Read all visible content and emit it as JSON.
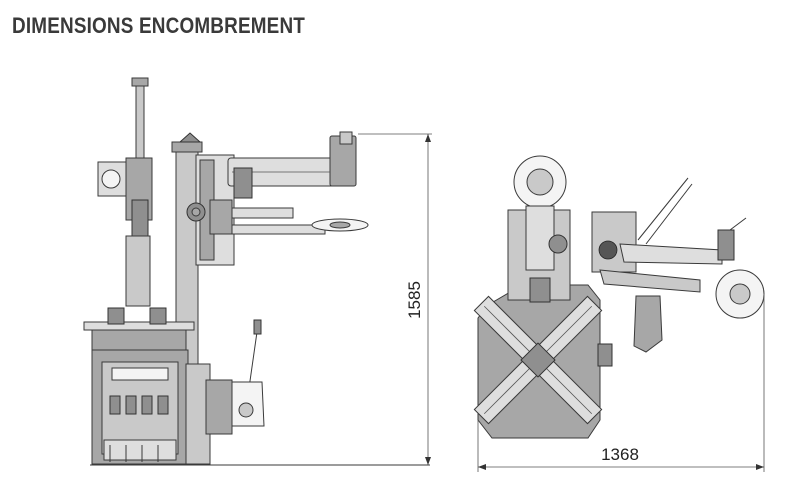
{
  "title": "DIMENSIONS ENCOMBREMENT",
  "dimensions": {
    "height": "1585",
    "width": "1368"
  }
}
